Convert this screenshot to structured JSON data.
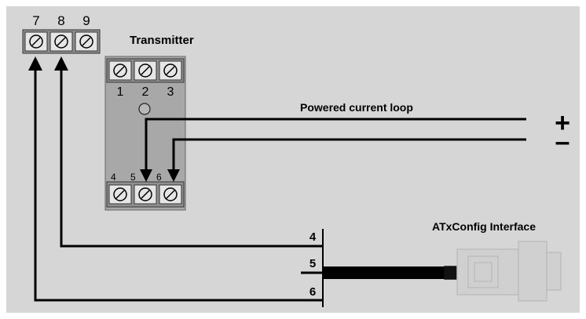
{
  "diagram": {
    "transmitter_label": "Transmitter",
    "loop_label": "Powered current loop",
    "interface_label": "ATxConfig Interface",
    "plus_sign": "+",
    "minus_sign": "–",
    "top_terminal_numbers": [
      "7",
      "8",
      "9"
    ],
    "module_top_numbers": [
      "1",
      "2",
      "3"
    ],
    "module_bottom_numbers": [
      "4",
      "5",
      "6"
    ],
    "cable_wire_numbers": [
      "4",
      "5",
      "6"
    ]
  }
}
